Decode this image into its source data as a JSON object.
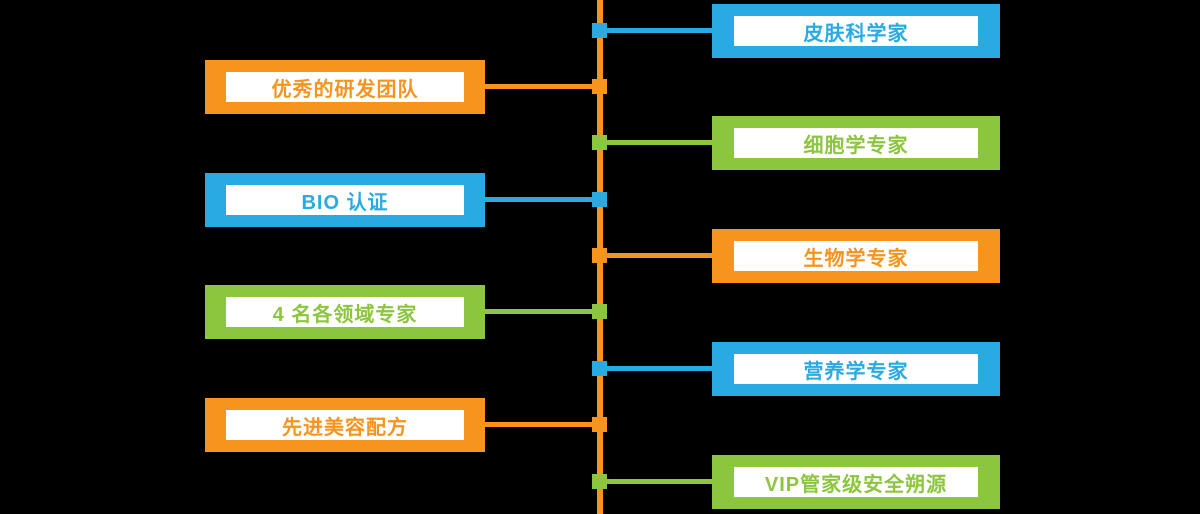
{
  "diagram": {
    "type": "timeline-org-chart",
    "background_color": "#000000",
    "panel_color": "#FFFFFF",
    "axis_color": "#F7941E",
    "colors": {
      "orange": "#F7941E",
      "blue": "#29ABE2",
      "green": "#8CC63F"
    }
  },
  "nodes": {
    "left": [
      {
        "label": "优秀的研发团队",
        "color": "#F7941E",
        "color_name": "orange"
      },
      {
        "label": "BIO 认证",
        "color": "#29ABE2",
        "color_name": "blue"
      },
      {
        "label": "4 名各领域专家",
        "color": "#8CC63F",
        "color_name": "green"
      },
      {
        "label": "先进美容配方",
        "color": "#F7941E",
        "color_name": "orange"
      }
    ],
    "right": [
      {
        "label": "皮肤科学家",
        "color": "#29ABE2",
        "color_name": "blue"
      },
      {
        "label": "细胞学专家",
        "color": "#8CC63F",
        "color_name": "green"
      },
      {
        "label": "生物学专家",
        "color": "#F7941E",
        "color_name": "orange"
      },
      {
        "label": "营养学专家",
        "color": "#29ABE2",
        "color_name": "blue"
      },
      {
        "label": "VIP管家级安全朔源",
        "color": "#8CC63F",
        "color_name": "green"
      }
    ]
  }
}
